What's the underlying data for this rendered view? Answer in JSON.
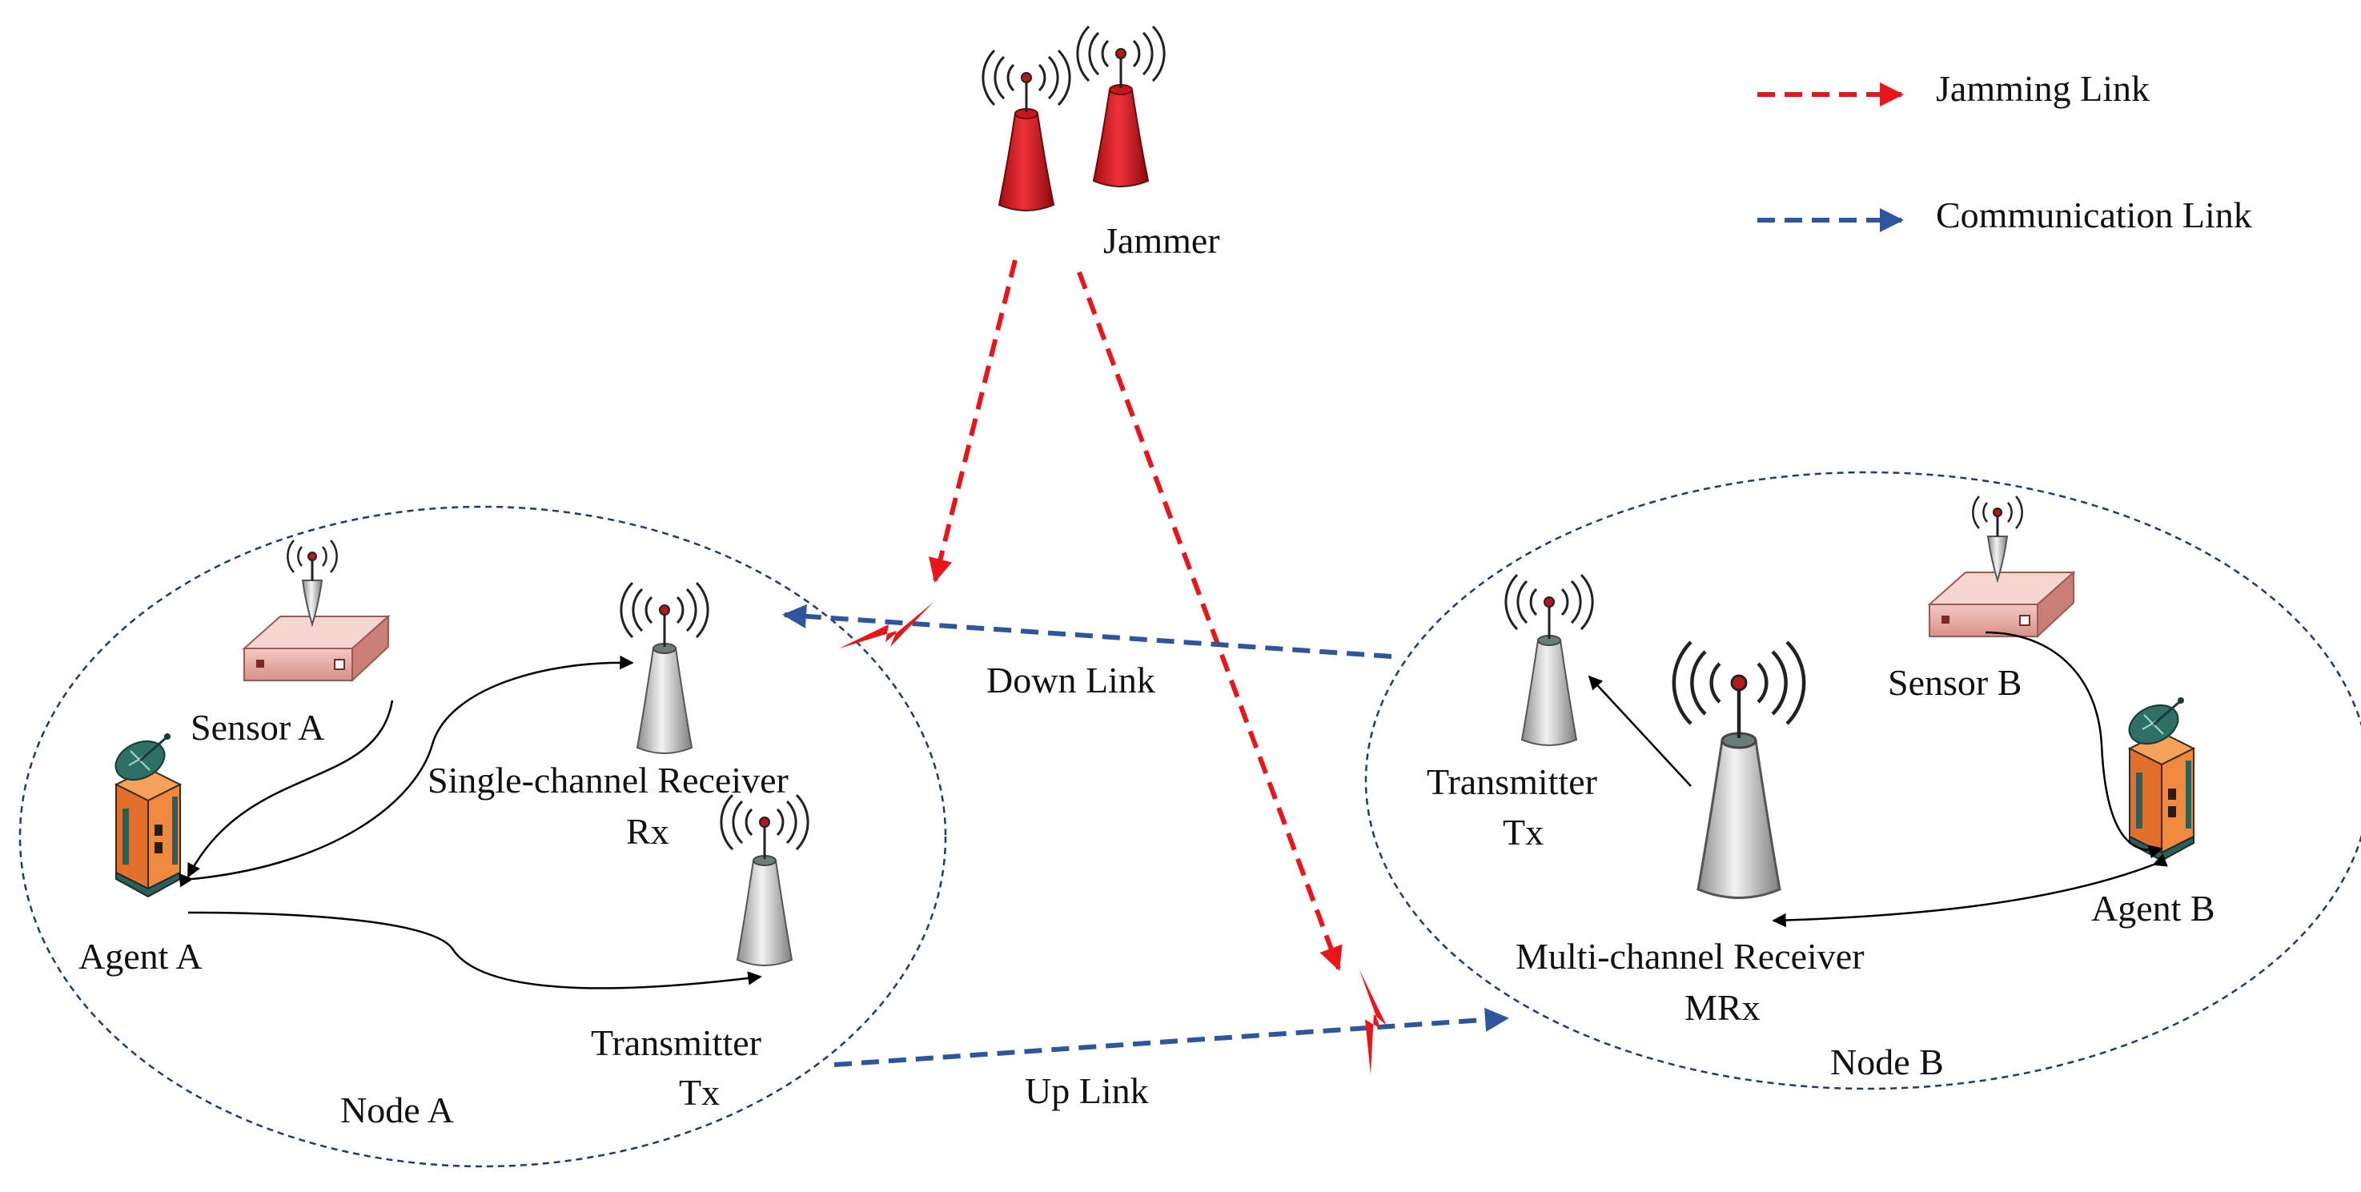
{
  "colors": {
    "jamming": "#e8151b",
    "communication": "#2f559c",
    "node_border": "#1f3a7a",
    "text": "#111111"
  },
  "legend": {
    "jamming_label": "Jamming  Link",
    "communication_label": "Communication Link"
  },
  "jammer": {
    "label": "Jammer"
  },
  "node_a": {
    "title": "Node A",
    "sensor_label": "Sensor A",
    "agent_label": "Agent A",
    "receiver_label_line1": "Single-channel  Receiver",
    "receiver_label_line2": "Rx",
    "transmitter_label_line1": "Transmitter",
    "transmitter_label_line2": "Tx"
  },
  "node_b": {
    "title": "Node B",
    "sensor_label": "Sensor B",
    "agent_label": "Agent B",
    "transmitter_label_line1": "Transmitter",
    "transmitter_label_line2": "Tx",
    "receiver_label_line1": "Multi-channel Receiver",
    "receiver_label_line2": "MRx"
  },
  "links": {
    "down_link_label": "Down Link",
    "up_link_label": "Up Link"
  },
  "icons": {
    "jammer": "red-antenna-tower-icon",
    "sensor": "pink-router-sensor-icon",
    "agent": "orange-satellite-agent-icon",
    "antenna": "gray-antenna-tower-icon",
    "jam_hit": "red-lightning-bolt-icon"
  }
}
